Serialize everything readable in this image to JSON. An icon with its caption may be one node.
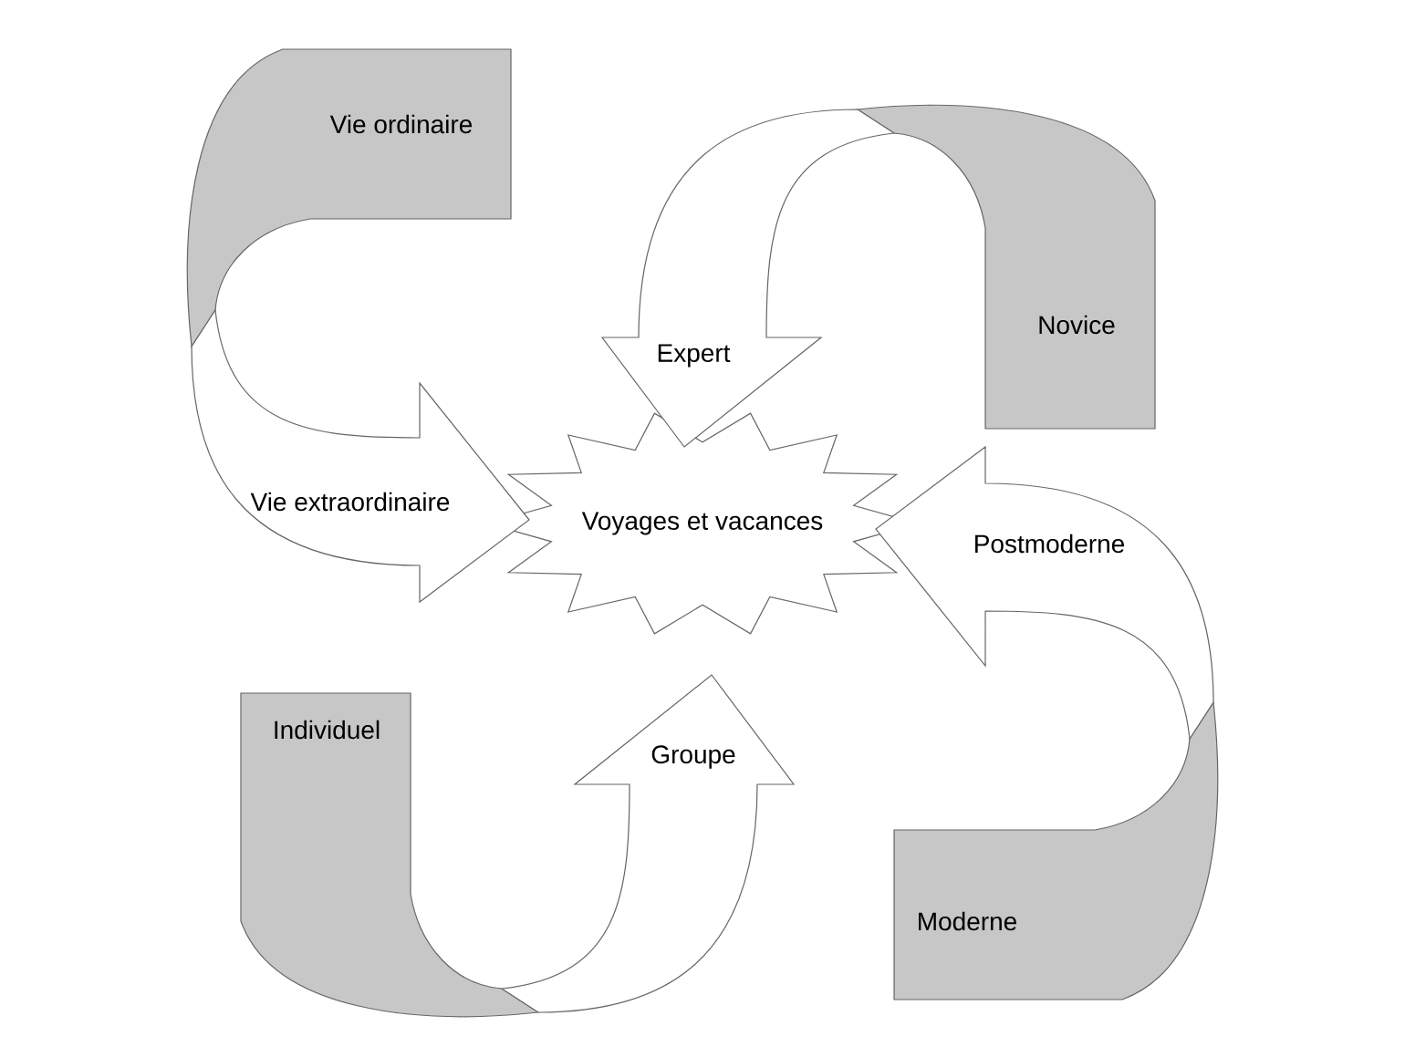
{
  "diagram": {
    "nodes": [
      {
        "text": [
          "Voyages et vacances"
        ]
      },
      {
        "text": [
          "Vie ordinaire"
        ]
      },
      {
        "text": [
          "Novice"
        ]
      },
      {
        "text": [
          "Moderne"
        ]
      },
      {
        "text": [
          "Individuel"
        ]
      }
    ],
    "edges": [
      {
        "from": 1,
        "to": 0,
        "arrow": "to",
        "label": "Vie extraordinaire"
      },
      {
        "from": 2,
        "to": 0,
        "arrow": "to",
        "label": "Expert"
      },
      {
        "from": 3,
        "to": 0,
        "arrow": "to",
        "label": "Postmoderne"
      },
      {
        "from": 4,
        "to": 0,
        "arrow": "to",
        "label": "Groupe"
      }
    ]
  }
}
